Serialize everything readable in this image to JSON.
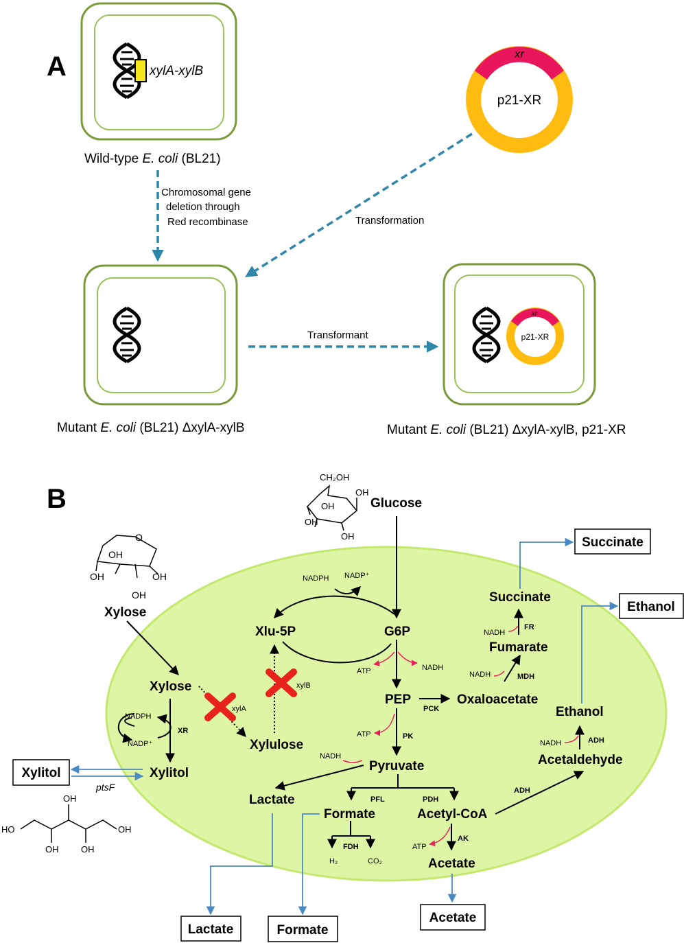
{
  "panel_labels": {
    "a": "A",
    "b": "B"
  },
  "panel_a": {
    "wild_type_gene": "xylA-xylB",
    "wild_type_caption": {
      "prefix": "Wild-type ",
      "italic": "E. coli",
      "suffix": " (BL21)"
    },
    "plasmid_large": {
      "gene": "xr",
      "name": "p21-XR"
    },
    "step_deletion": [
      "Chromosomal gene",
      "deletion through",
      "Red recombinase"
    ],
    "step_transformation": "Transformation",
    "step_transformant": "Transformant",
    "mutant_caption": {
      "prefix": "Mutant ",
      "italic": "E. coli",
      "suffix": " (BL21) ΔxylA-xylB"
    },
    "plasmid_small": {
      "gene": "xr",
      "name": "p21-XR"
    },
    "mutant_plasmid_caption": {
      "prefix": "Mutant ",
      "italic": "E. coli",
      "suffix": " (BL21) ΔxylA-xylB, p21-XR"
    }
  },
  "panel_b": {
    "glucose_struct": {
      "ch2oh": "CH₂OH",
      "oh1": "OH",
      "oh2": "OH",
      "oh3": "OH",
      "oh4": "OH"
    },
    "xylose_struct": {
      "o": "O",
      "oh1": "OH",
      "oh2": "OH",
      "oh3": "OH",
      "oh4": "OH"
    },
    "xylitol_struct": {
      "ho1": "HO",
      "oh1": "OH",
      "oh2": "OH",
      "oh3": "OH",
      "oh4": "OH"
    },
    "metabolites": {
      "glucose": "Glucose",
      "xylose_out": "Xylose",
      "xylose_in": "Xylose",
      "xlu5p": "Xlu-5P",
      "g6p": "G6P",
      "pep": "PEP",
      "oxaloacetate": "Oxaloacetate",
      "fumarate": "Fumarate",
      "succinate_in": "Succinate",
      "ethanol_in": "Ethanol",
      "acetaldehyde": "Acetaldehyde",
      "xylulose": "Xylulose",
      "xylitol_in": "Xylitol",
      "pyruvate": "Pyruvate",
      "lactate_in": "Lactate",
      "formate_in": "Formate",
      "acetyl_coa": "Acetyl-CoA",
      "acetate_in": "Acetate",
      "h2": "H₂",
      "co2": "CO₂"
    },
    "products": {
      "succinate": "Succinate",
      "ethanol": "Ethanol",
      "xylitol": "Xylitol",
      "lactate": "Lactate",
      "formate": "Formate",
      "acetate": "Acetate"
    },
    "enzymes": {
      "xr": "XR",
      "xyla": "xylA",
      "xylb": "xylB",
      "pck": "PCK",
      "pk": "PK",
      "pfl": "PFL",
      "pdh": "PDH",
      "fdh": "FDH",
      "ak": "AK",
      "adh1": "ADH",
      "adh2": "ADH",
      "mdh": "MDH",
      "fr": "FR",
      "ptsf": "ptsF"
    },
    "cofactors": {
      "nadph_top": "NADPH",
      "nadp_top": "NADP⁺",
      "nadph_left": "NADPH",
      "nadp_left": "NADP⁺",
      "atp_g6p": "ATP",
      "nadh_g6p": "NADH",
      "atp_pep": "ATP",
      "nadh_pyr": "NADH",
      "atp_acetate": "ATP",
      "nadh_fum": "NADH",
      "nadh_succ": "NADH",
      "nadh_eth": "NADH"
    },
    "colors": {
      "cell": "#dff5a6",
      "cell_edge": "#c3e86e",
      "export_arrow": "#4a8ac4",
      "cofactor_arrow": "#e3245c",
      "knockout": "#e8221c"
    }
  }
}
